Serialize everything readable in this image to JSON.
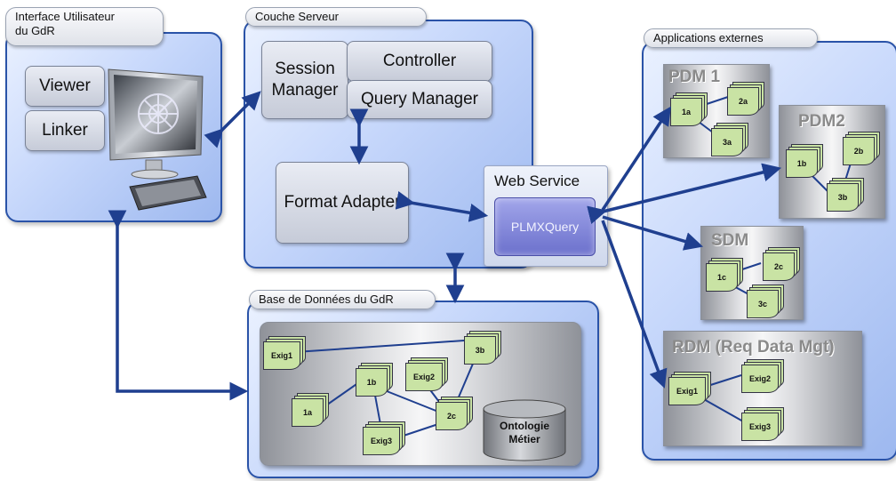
{
  "panels": {
    "ui": {
      "title": "Interface Utilisateur\ndu GdR",
      "viewer": "Viewer",
      "linker": "Linker"
    },
    "server": {
      "title": "Couche Serveur",
      "session_manager": "Session\nManager",
      "controller": "Controller",
      "query_manager": "Query Manager",
      "format_adapter": "Format Adapter"
    },
    "webservice": {
      "title": "Web Service",
      "plmx": "PLMXQuery"
    },
    "db": {
      "title": "Base de Données du GdR",
      "docs": [
        "Exig1",
        "1b",
        "Exig2",
        "3b",
        "1a",
        "2c",
        "Exig3"
      ],
      "ontology": "Ontologie\nMétier"
    },
    "external": {
      "title": "Applications externes"
    }
  },
  "external_apps": {
    "pdm1": {
      "title": "PDM 1",
      "docs": [
        "1a",
        "2a",
        "3a"
      ]
    },
    "pdm2": {
      "title": "PDM2",
      "docs": [
        "1b",
        "2b",
        "3b"
      ]
    },
    "sdm": {
      "title": "SDM",
      "docs": [
        "1c",
        "2c",
        "3c"
      ]
    },
    "rdm": {
      "title": "RDM (Req Data Mgt)",
      "docs": [
        "Exig1",
        "Exig2",
        "Exig3"
      ]
    }
  },
  "colors": {
    "arrow": "#1f3f8f",
    "panel_border": "#2a53a8",
    "doc_fill": "#c9e3a4",
    "plmx_fill": "#7b80d6"
  }
}
